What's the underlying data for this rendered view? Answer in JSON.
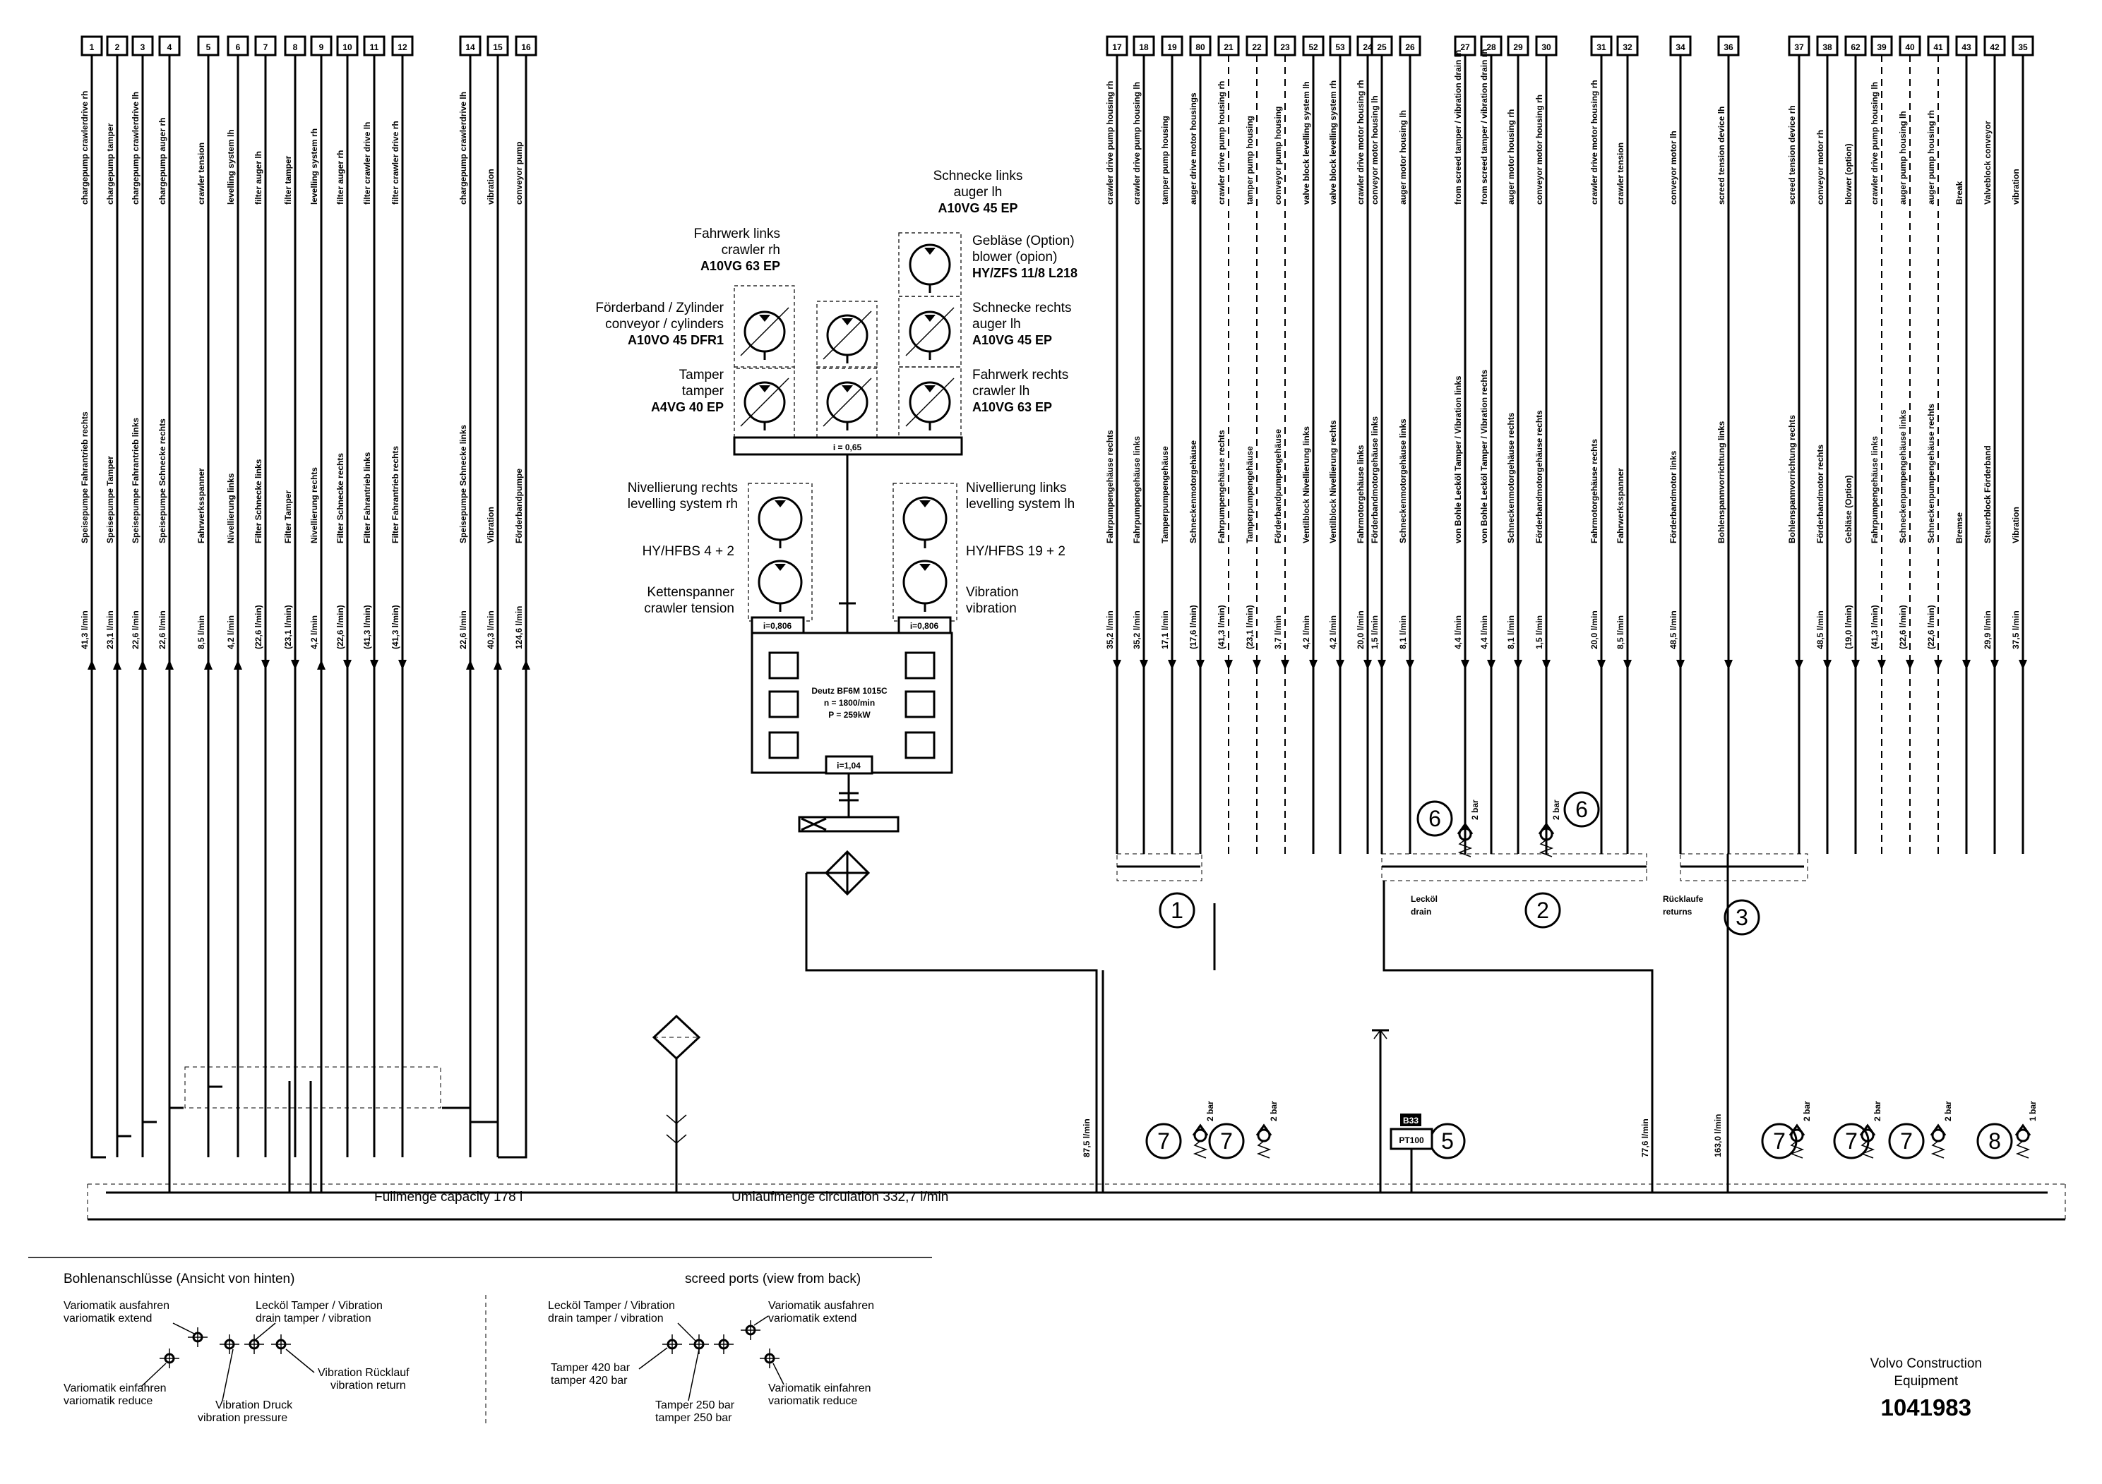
{
  "ports": [
    {
      "num": "1",
      "en": "chargepump crawlerdrive rh",
      "de": "Speisepumpe Fahrantrieb rechts",
      "rate": "41,3 l/min",
      "style": "solid",
      "dir": "up"
    },
    {
      "num": "2",
      "en": "chargepump tamper",
      "de": "Speisepumpe Tamper",
      "rate": "23,1 l/min",
      "style": "solid",
      "dir": "up"
    },
    {
      "num": "3",
      "en": "chargepump crawlerdrive lh",
      "de": "Speisepumpe Fahrantrieb links",
      "rate": "22,6 l/min",
      "style": "solid",
      "dir": "up"
    },
    {
      "num": "4",
      "en": "chargepump auger rh",
      "de": "Speisepumpe Schnecke rechts",
      "rate": "22,6 l/min",
      "style": "solid",
      "dir": "up"
    },
    {
      "num": "5",
      "en": "crawler tension",
      "de": "Fahrwerksspanner",
      "rate": "8,5 l/min",
      "style": "solid",
      "dir": "up"
    },
    {
      "num": "6",
      "en": "levelling system lh",
      "de": "Nivellierung links",
      "rate": "4,2 l/min",
      "style": "solid",
      "dir": "up"
    },
    {
      "num": "7",
      "en": "filter auger lh",
      "de": "Filter Schnecke links",
      "rate": "(22,6 l/min)",
      "style": "solid",
      "dir": "down"
    },
    {
      "num": "8",
      "en": "filter tamper",
      "de": "Filter Tamper",
      "rate": "(23,1 l/min)",
      "style": "solid",
      "dir": "down"
    },
    {
      "num": "9",
      "en": "levelling system rh",
      "de": "Nivellierung rechts",
      "rate": "4,2 l/min",
      "style": "solid",
      "dir": "up"
    },
    {
      "num": "10",
      "en": "filter auger rh",
      "de": "Filter Schnecke rechts",
      "rate": "(22,6 l/min)",
      "style": "solid",
      "dir": "down"
    },
    {
      "num": "11",
      "en": "filter crawler drive lh",
      "de": "Filter Fahrantrieb links",
      "rate": "(41,3 l/min)",
      "style": "solid",
      "dir": "down"
    },
    {
      "num": "12",
      "en": "filter crawler drive rh",
      "de": "Filter Fahrantrieb rechts",
      "rate": "(41,3 l/min)",
      "style": "solid",
      "dir": "down"
    },
    {
      "num": "14",
      "en": "chargepump crawlerdrive lh",
      "de": "Speisepumpe Schnecke links",
      "rate": "22,6 l/min",
      "style": "solid",
      "dir": "up"
    },
    {
      "num": "15",
      "en": "vibration",
      "de": "Vibration",
      "rate": "40,3 l/min",
      "style": "solid",
      "dir": "up"
    },
    {
      "num": "16",
      "en": "conveyor pump",
      "de": "Förderbandpumpe",
      "rate": "124,6 l/min",
      "style": "solid",
      "dir": "up"
    },
    {
      "num": "17",
      "en": "crawler drive pump housing rh",
      "de": "Fahrpumpengehäuse rechts",
      "rate": "35,2 l/min",
      "style": "solid",
      "dir": "down"
    },
    {
      "num": "18",
      "en": "crawler drive pump housing lh",
      "de": "Fahrpumpengehäuse links",
      "rate": "35,2 l/min",
      "style": "solid",
      "dir": "down"
    },
    {
      "num": "19",
      "en": "tamper pump housing",
      "de": "Tamperpumpengehäuse",
      "rate": "17,1 l/min",
      "style": "solid",
      "dir": "down"
    },
    {
      "num": "80",
      "en": "auger drive motor housings",
      "de": "Schneckenmotorgehäuse",
      "rate": "(17,6 l/min)",
      "style": "solid",
      "dir": "down"
    },
    {
      "num": "21",
      "en": "crawler drive pump housing rh",
      "de": "Fahrpumpengehäuse rechts",
      "rate": "(41,3 l/min)",
      "style": "dashed",
      "dir": "down"
    },
    {
      "num": "22",
      "en": "tamper pump housing",
      "de": "Tamperpumpengehäuse",
      "rate": "(23,1 l/min)",
      "style": "dashed",
      "dir": "down"
    },
    {
      "num": "23",
      "en": "conveyor pump housing",
      "de": "Förderbandpumpengehäuse",
      "rate": "3,7 l/min",
      "style": "dashed",
      "dir": "down"
    },
    {
      "num": "52",
      "en": "valve block levelling system lh",
      "de": "Ventilblock Nivellierung links",
      "rate": "4,2 l/min",
      "style": "solid",
      "dir": "down"
    },
    {
      "num": "53",
      "en": "valve block levelling system rh",
      "de": "Ventilblock Nivellierung rechts",
      "rate": "4,2 l/min",
      "style": "solid",
      "dir": "down"
    },
    {
      "num": "24",
      "en": "crawler drive motor housing rh",
      "de": "Fahrmotorgehäuse links",
      "rate": "20,0 l/min",
      "style": "solid",
      "dir": "down"
    },
    {
      "num": "25",
      "en": "conveyor motor housing lh",
      "de": "Förderbandmotorgehäuse links",
      "rate": "1,5 l/min",
      "style": "solid",
      "dir": "down"
    },
    {
      "num": "26",
      "en": "auger motor housing lh",
      "de": "Schneckenmotorgehäuse links",
      "rate": "8,1 l/min",
      "style": "solid",
      "dir": "down"
    },
    {
      "num": "27",
      "en": "from screed tamper / vibration drain lh",
      "de": "von Bohle Lecköl Tamper / Vibration links",
      "rate": "4,4 l/min",
      "style": "solid",
      "dir": "down"
    },
    {
      "num": "28",
      "en": "from screed tamper / vibration drain rh",
      "de": "von Bohle Lecköl Tamper / Vibration rechts",
      "rate": "4,4 l/min",
      "style": "solid",
      "dir": "down"
    },
    {
      "num": "29",
      "en": "auger motor housing rh",
      "de": "Schneckenmotorgehäuse rechts",
      "rate": "8,1 l/min",
      "style": "solid",
      "dir": "down"
    },
    {
      "num": "30",
      "en": "conveyor motor housing rh",
      "de": "Förderbandmotorgehäuse rechts",
      "rate": "1,5 l/min",
      "style": "solid",
      "dir": "down"
    },
    {
      "num": "31",
      "en": "crawler drive motor housing rh",
      "de": "Fahrmotorgehäuse rechts",
      "rate": "20,0 l/min",
      "style": "solid",
      "dir": "down"
    },
    {
      "num": "32",
      "en": "crawler tension",
      "de": "Fahrwerksspanner",
      "rate": "8,5 l/min",
      "style": "solid",
      "dir": "down"
    },
    {
      "num": "34",
      "en": "conveyor motor lh",
      "de": "Förderbandmotor links",
      "rate": "48,5 l/min",
      "style": "solid",
      "dir": "down"
    },
    {
      "num": "36",
      "en": "screed tension device lh",
      "de": "Bohlenspannvorrichtung links",
      "rate": "",
      "style": "solid",
      "dir": "down"
    },
    {
      "num": "37",
      "en": "screed tension device rh",
      "de": "Bohlenspannvorrichtung rechts",
      "rate": "",
      "style": "solid",
      "dir": "down"
    },
    {
      "num": "38",
      "en": "conveyor motor rh",
      "de": "Förderbandmotor rechts",
      "rate": "48,5 l/min",
      "style": "solid",
      "dir": "down"
    },
    {
      "num": "62",
      "en": "blower (option)",
      "de": "Gebläse (Option)",
      "rate": "(19,0 l/min)",
      "style": "solid",
      "dir": "down"
    },
    {
      "num": "39",
      "en": "crawler drive pump housing lh",
      "de": "Fahrpumpengehäuse links",
      "rate": "(41,3 l/min)",
      "style": "dashed",
      "dir": "down"
    },
    {
      "num": "40",
      "en": "auger pump housing lh",
      "de": "Schneckenpumpengehäuse links",
      "rate": "(22,6 l/min)",
      "style": "dashed",
      "dir": "down"
    },
    {
      "num": "41",
      "en": "auger pump housing rh",
      "de": "Schneckenpumpengehäuse rechts",
      "rate": "(22,6 l/min)",
      "style": "dashed",
      "dir": "down"
    },
    {
      "num": "43",
      "en": "Break",
      "de": "Bremse",
      "rate": "",
      "style": "solid",
      "dir": "down"
    },
    {
      "num": "42",
      "en": "Valveblock conveyor",
      "de": "Steuerblock Förderband",
      "rate": "29,9 l/min",
      "style": "solid",
      "dir": "down"
    },
    {
      "num": "35",
      "en": "vibration",
      "de": "Vibration",
      "rate": "37,5 l/min",
      "style": "solid",
      "dir": "down"
    }
  ],
  "pumps": {
    "schnecke_links": [
      "Schnecke links",
      "auger lh",
      "A10VG 45 EP"
    ],
    "fahrwerk_links": [
      "Fahrwerk links",
      "crawler rh",
      "A10VG 63 EP"
    ],
    "geblaese": [
      "Gebläse (Option)",
      "blower (opion)",
      "HY/ZFS 11/8 L218"
    ],
    "foerderband": [
      "Förderband / Zylinder",
      "conveyor / cylinders",
      "A10VO 45 DFR1"
    ],
    "schnecke_rechts": [
      "Schnecke rechts",
      "auger lh",
      "A10VG 45 EP"
    ],
    "tamper": [
      "Tamper",
      "tamper",
      "A4VG 40 EP"
    ],
    "fahrwerk_rechts": [
      "Fahrwerk rechts",
      "crawler lh",
      "A10VG 63 EP"
    ],
    "nivellierung_rechts": [
      "Nivellierung rechts",
      "levelling system rh"
    ],
    "nivellierung_links": [
      "Nivellierung links",
      "levelling system lh"
    ],
    "hy_hfbs_left": "HY/HFBS 4 + 2",
    "hy_hfbs_right": "HY/HFBS 19 + 2",
    "kettenspanner": [
      "Kettenspanner",
      "crawler tension"
    ],
    "vibration": [
      "Vibration",
      "vibration"
    ]
  },
  "gear_ratios": {
    "main": "i = 0,65",
    "left": "i=0,806",
    "right": "i=0,806",
    "bottom": "i=1,04"
  },
  "engine": [
    "Deutz BF6M 1015C",
    "n = 1800/min",
    "P = 259kW"
  ],
  "tank": {
    "capacity": "Füllmenge   capacity   178 l",
    "circulation": "Umlaufmenge   circulation   332,7 l/min"
  },
  "returns": {
    "left": "87,5 l/min",
    "mid": "77,6 l/min",
    "right": "163,0 l/min"
  },
  "drain": [
    "Lecköl",
    "drain"
  ],
  "returns_label": [
    "Rücklaufe",
    "returns"
  ],
  "pressures": {
    "bar2": "2 bar",
    "bar1": "1 bar"
  },
  "sensor": {
    "tag": "B33",
    "label": "PT100"
  },
  "circle_labels": [
    "1",
    "2",
    "3",
    "5",
    "6",
    "6",
    "7",
    "7",
    "7",
    "7",
    "7",
    "8"
  ],
  "legend": {
    "title_de": "Bohlenanschlüsse (Ansicht von hinten)",
    "title_en": "screed ports (view from back)",
    "left": {
      "extend": [
        "Variomatik ausfahren",
        "variomatik extend"
      ],
      "drain": [
        "Lecköl Tamper / Vibration",
        "drain tamper / vibration"
      ],
      "reduce": [
        "Variomatik einfahren",
        "variomatik reduce"
      ],
      "return": [
        "Vibration Rücklauf",
        "vibration return"
      ],
      "pressure": [
        "Vibration Druck",
        "vibration pressure"
      ]
    },
    "right": {
      "drain": [
        "Lecköl Tamper / Vibration",
        "drain tamper / vibration"
      ],
      "extend": [
        "Variomatik ausfahren",
        "variomatik extend"
      ],
      "t420": [
        "Tamper 420 bar",
        "tamper 420 bar"
      ],
      "t250": [
        "Tamper 250 bar",
        "tamper 250 bar"
      ],
      "reduce": [
        "Variomatik einfahren",
        "variomatik reduce"
      ]
    }
  },
  "footer": {
    "company": [
      "Volvo Construction",
      "Equipment"
    ],
    "doc_number": "1041983"
  }
}
